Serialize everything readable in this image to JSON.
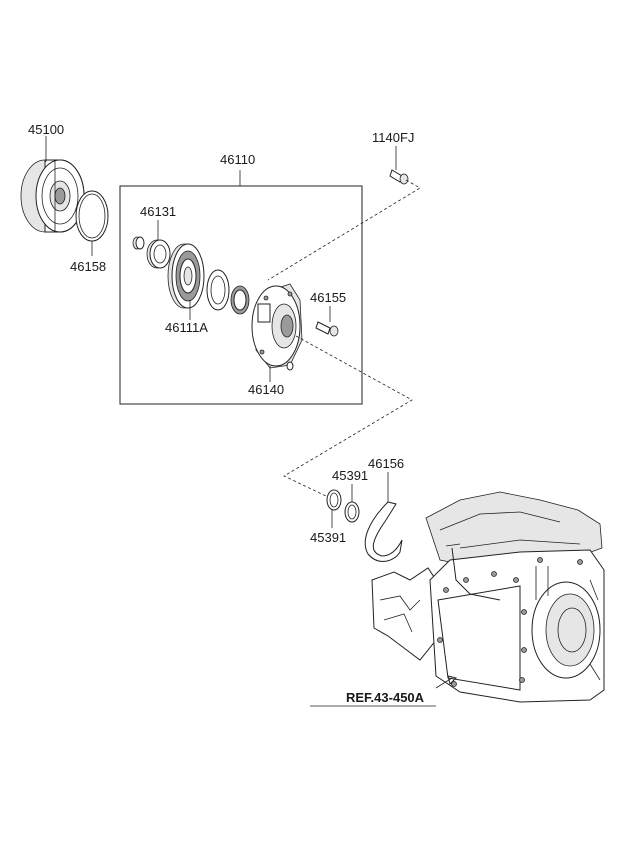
{
  "labels": {
    "torque_converter": "45100",
    "o_ring": "46158",
    "pump_assembly": "46110",
    "oil_seal": "46131",
    "pump_gear": "46111A",
    "pump_body": "46140",
    "bolt": "46155",
    "housing_bolt": "1140FJ",
    "seal_ring_upper": "45391",
    "seal_ring_lower": "45391",
    "gasket": "46156",
    "transaxle_ref": "REF.43-450A"
  }
}
